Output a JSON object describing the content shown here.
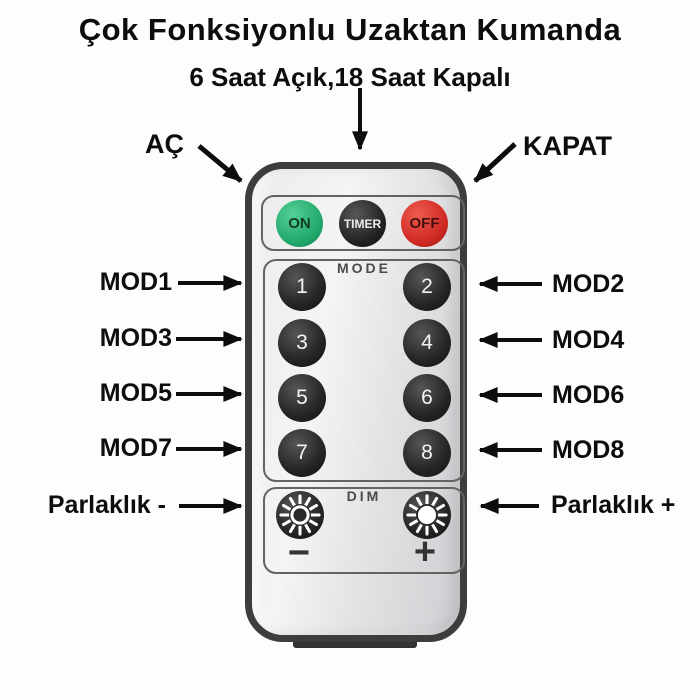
{
  "header": {
    "title": "Çok Fonksiyonlu Uzaktan Kumanda",
    "subtitle": "6 Saat Açık,18 Saat Kapalı"
  },
  "callouts": {
    "power_on": "AÇ",
    "power_off": "KAPAT",
    "left_modes": [
      "MOD1",
      "MOD3",
      "MOD5",
      "MOD7"
    ],
    "right_modes": [
      "MOD2",
      "MOD4",
      "MOD6",
      "MOD8"
    ],
    "brightness_down": "Parlaklık -",
    "brightness_up": "Parlaklık +"
  },
  "remote": {
    "power_buttons": [
      {
        "label": "ON",
        "color": "#22a96c"
      },
      {
        "label": "TIMER",
        "color": "#232323"
      },
      {
        "label": "OFF",
        "color": "#d02a24"
      }
    ],
    "mode_section": {
      "label": "MODE",
      "buttons": [
        "1",
        "2",
        "3",
        "4",
        "5",
        "6",
        "7",
        "8"
      ]
    },
    "dim_section": {
      "label": "DIM",
      "minus": "−",
      "plus": "+",
      "icons": [
        "brightness-outline-icon",
        "brightness-filled-icon"
      ]
    }
  },
  "colors": {
    "background": "#fdfdfd",
    "text": "#0d0d0d",
    "remote_border": "#3d3d3d",
    "remote_body": "#e8e8ea",
    "panel_outline": "#636363",
    "button_dark": "#262626",
    "accent_green": "#22a96c",
    "accent_red": "#d02a24"
  }
}
